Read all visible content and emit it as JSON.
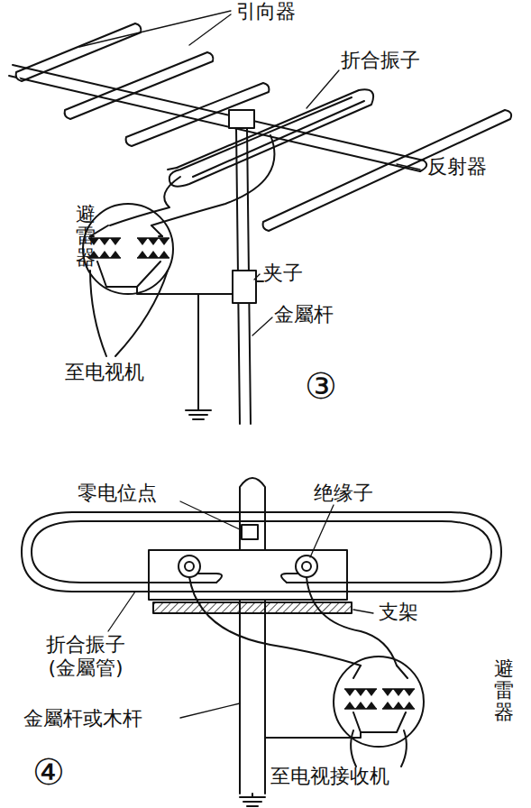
{
  "diagram": {
    "labels": [
      "引向器",
      "折合振子",
      "反射器",
      "避雷器",
      "夹子",
      "金屬杆",
      "至电视机",
      "③",
      "零电位点",
      "绝缘子",
      "支架",
      "折合振子 (金屬管)",
      "金屬杆或木杆",
      "避雷器",
      "至电视接收机",
      "④"
    ]
  }
}
